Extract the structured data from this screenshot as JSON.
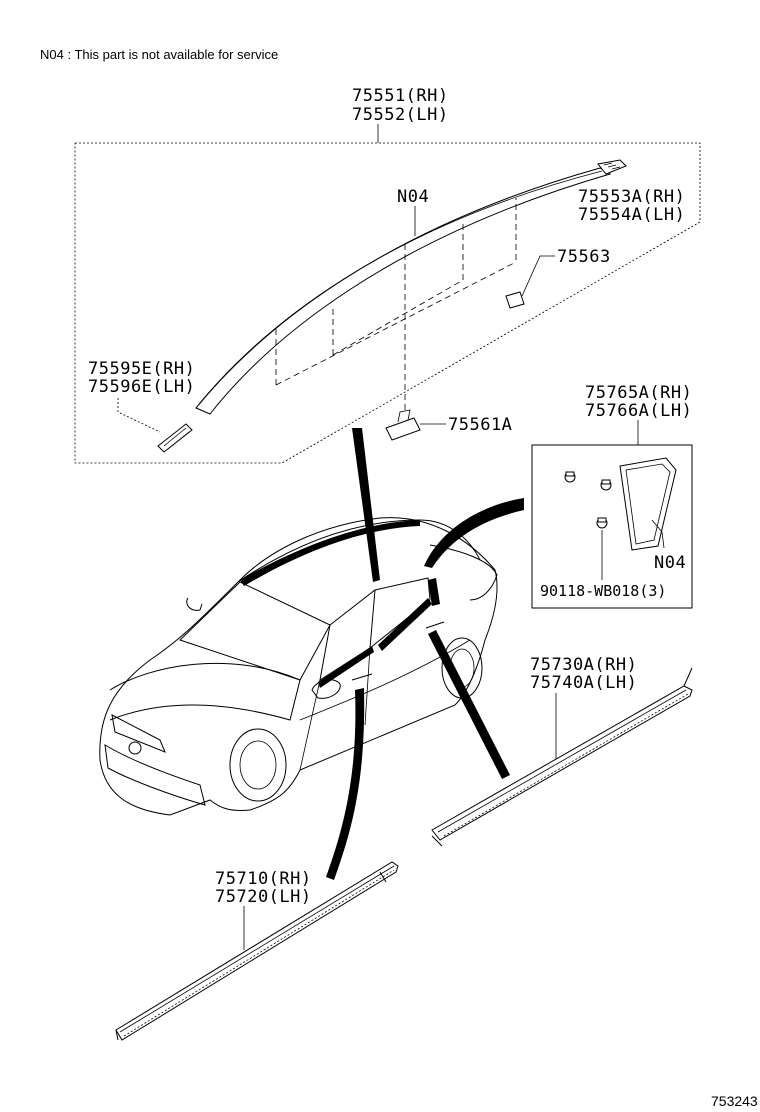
{
  "note": "N04 : This part is not available for service",
  "labels": {
    "roof_rh": "75551(RH)",
    "roof_lh": "75552(LH)",
    "n04_roof": "N04",
    "end_rh": "75553A(RH)",
    "end_lh": "75554A(LH)",
    "clip_75563": "75563",
    "front_end_rh": "75595E(RH)",
    "front_end_lh": "75596E(LH)",
    "clip_75561A": "75561A",
    "quarter_rh": "75765A(RH)",
    "quarter_lh": "75766A(LH)",
    "n04_quarter": "N04",
    "screw": "90118-WB018(3)",
    "rear_belt_rh": "75730A(RH)",
    "rear_belt_lh": "75740A(LH)",
    "front_belt_rh": "75710(RH)",
    "front_belt_lh": "75720(LH)",
    "figure_ref": "753243"
  }
}
